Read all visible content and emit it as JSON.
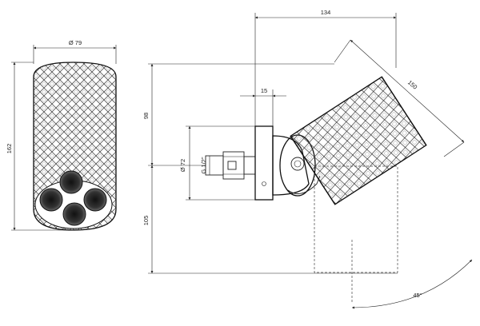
{
  "dimensions": {
    "front_diameter": "Ø 79",
    "front_height": "162",
    "width_total": "134",
    "length_body": "150",
    "plate_thickness": "15",
    "height_upper": "98",
    "height_lower": "105",
    "plate_diameter": "Ø 72",
    "thread": "G 1/2\"",
    "angle": "45°"
  },
  "colors": {
    "line": "#222222",
    "fill": "#ffffff"
  }
}
